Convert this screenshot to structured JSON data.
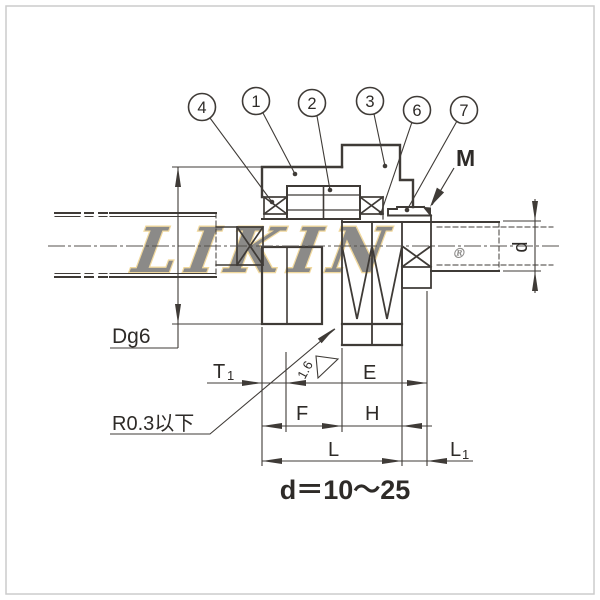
{
  "drawing": {
    "title_note": "d＝10～25",
    "watermark": {
      "text": "LIKIN",
      "mark": "®",
      "color": "#E5B94E"
    },
    "callouts": [
      {
        "n": "4"
      },
      {
        "n": "1"
      },
      {
        "n": "2"
      },
      {
        "n": "3"
      },
      {
        "n": "6"
      },
      {
        "n": "7"
      }
    ],
    "labels": {
      "m": "M",
      "d": "d",
      "dg6": "Dg6",
      "t1_main": "T",
      "t1_sub": "1",
      "e": "E",
      "f": "F",
      "h": "H",
      "l": "L",
      "l1_main": "L",
      "l1_sub": "1",
      "radius_note": "R0.3以下",
      "roughness": "1.6"
    },
    "line_color": "#3f3b37"
  }
}
